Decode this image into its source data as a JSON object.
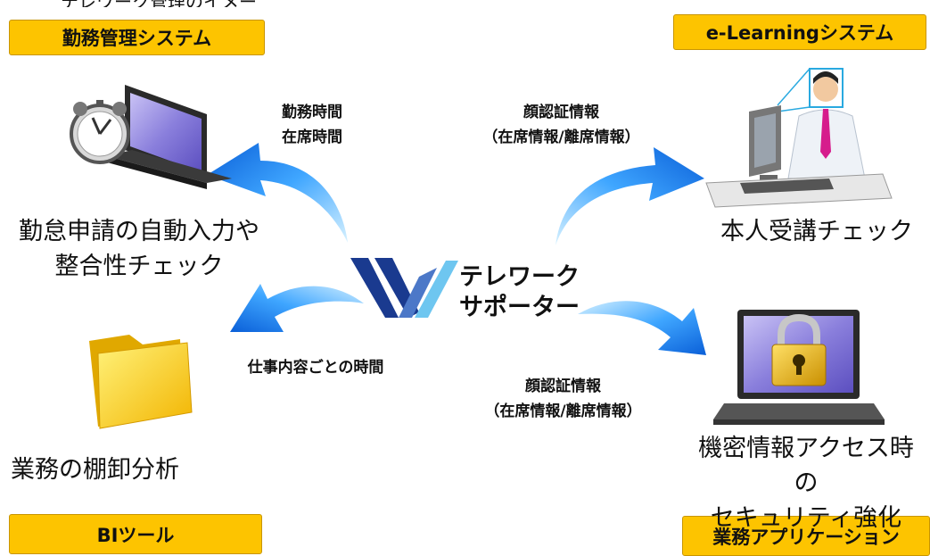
{
  "header_fragment": "テレワーク管理のイメージ",
  "systems": {
    "attendance": "勤務管理システム",
    "elearning": "e-Learningシステム",
    "bi": "BIツール",
    "business_app": "業務アプリケーション"
  },
  "center": {
    "line1": "テレワーク",
    "line2": "サポーター"
  },
  "flows": {
    "attendance_line1": "勤務時間",
    "attendance_line2": "在席時間",
    "elearning_line1": "顔認証情報",
    "elearning_line2": "（在席情報/離席情報）",
    "bi_line1": "仕事内容ごとの時間",
    "business_line1": "顔認証情報",
    "business_line2": "（在席情報/離席情報）"
  },
  "features": {
    "attendance_line1": "勤怠申請の自動入力や",
    "attendance_line2": "整合性チェック",
    "elearning_line1": "本人受講チェック",
    "bi_line1": "業務の棚卸分析",
    "business_line1": "機密情報アクセス時の",
    "business_line2": "セキュリティ強化"
  },
  "colors": {
    "system_box": "#fdc400",
    "arrow_light": "#8fd3ff",
    "arrow_dark": "#0a5fd8",
    "logo_dark": "#1a3a8f",
    "logo_light": "#6ec6f0"
  }
}
